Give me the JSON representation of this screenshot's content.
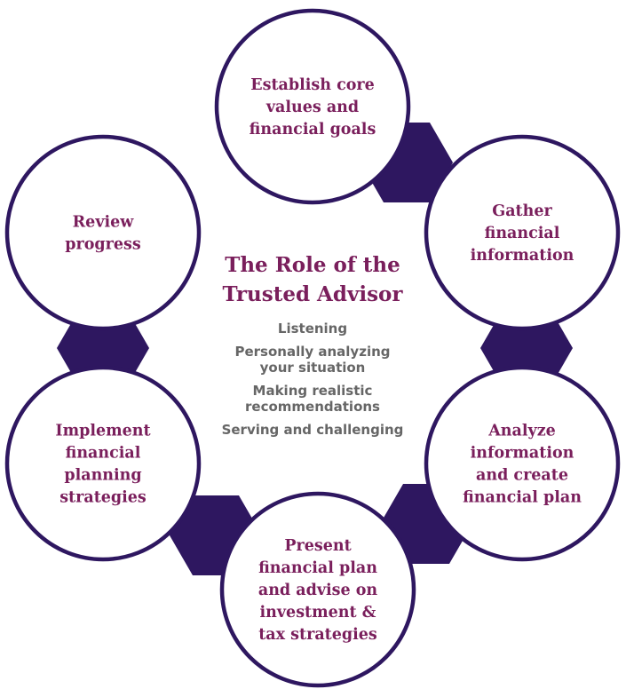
{
  "colors": {
    "ring": "#2e1760",
    "connector": "#2e1760",
    "step_text": "#7a1f5c",
    "title_text": "#7a1f5c",
    "list_text": "#666666",
    "background": "#ffffff"
  },
  "center": {
    "title": [
      "The Role of the",
      "Trusted Advisor"
    ],
    "items": [
      [
        "Listening"
      ],
      [
        "Personally analyzing",
        "your situation"
      ],
      [
        "Making realistic",
        "recommendations"
      ],
      [
        "Serving and challenging"
      ]
    ]
  },
  "steps": [
    {
      "id": "establish-goals",
      "lines": [
        "Establish core",
        "values and",
        "financial goals"
      ]
    },
    {
      "id": "gather-info",
      "lines": [
        "Gather",
        "financial",
        "information"
      ]
    },
    {
      "id": "analyze-info",
      "lines": [
        "Analyze",
        "information",
        "and create",
        "financial plan"
      ]
    },
    {
      "id": "present-plan",
      "lines": [
        "Present",
        "financial plan",
        "and advise on",
        "investment &",
        "tax strategies"
      ]
    },
    {
      "id": "implement-strategies",
      "lines": [
        "Implement",
        "financial",
        "planning",
        "strategies"
      ]
    },
    {
      "id": "review-progress",
      "lines": [
        "Review",
        "progress"
      ]
    }
  ]
}
